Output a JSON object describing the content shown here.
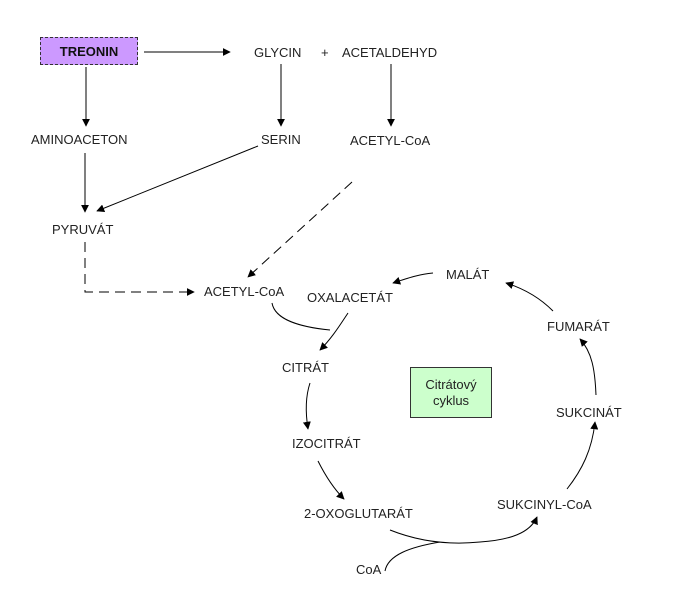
{
  "diagram": {
    "title_box": "TREONIN",
    "nodes": {
      "treonin": "TREONIN",
      "glycin": "GLYCIN",
      "plus": "+",
      "acetaldehyd": "ACETALDEHYD",
      "aminoaceton": "AMINOACETON",
      "serin": "SERIN",
      "acetylcoa_top": "ACETYL-CoA",
      "pyruvat": "PYRUVÁT",
      "acetylcoa_mid": "ACETYL-CoA",
      "oxalacetat": "OXALACETÁT",
      "malat": "MALÁT",
      "fumarat": "FUMARÁT",
      "citrat": "CITRÁT",
      "izocitrat": "IZOCITRÁT",
      "oxoglutarat": "2-OXOGLUTARÁT",
      "sukcinylcoa": "SUKCINYL-CoA",
      "sukcinat": "SUKCINÁT",
      "coa": "CoA"
    },
    "cycle_box": {
      "line1": "Citrátový",
      "line2": "cyklus"
    },
    "colors": {
      "treonin_box": "#cc99ff",
      "cycle_box": "#ccffcc",
      "line": "#000000"
    }
  }
}
